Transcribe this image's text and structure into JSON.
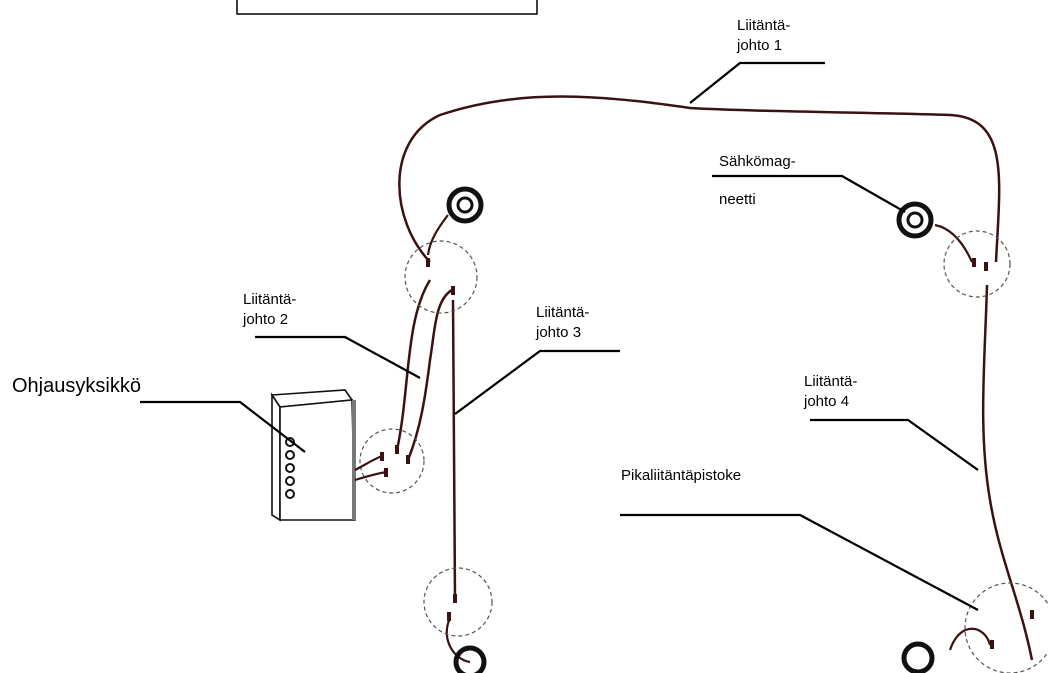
{
  "labels": {
    "cable1": [
      "Liitäntä-",
      "johto 1"
    ],
    "solenoid_line1": "Sähkömag-",
    "solenoid_line2": "neetti",
    "cable2": [
      "Liitäntä-",
      "johto 2"
    ],
    "cable3": [
      "Liitäntä-",
      "johto 3"
    ],
    "control_unit": "Ohjausyksikkö",
    "cable4": [
      "Liitäntä-",
      "johto 4"
    ],
    "quick_connector": "Pikaliitäntäpistoke"
  },
  "colors": {
    "ink": "#000000",
    "cable": "#3a1212",
    "dashed_circle": "#555555"
  }
}
